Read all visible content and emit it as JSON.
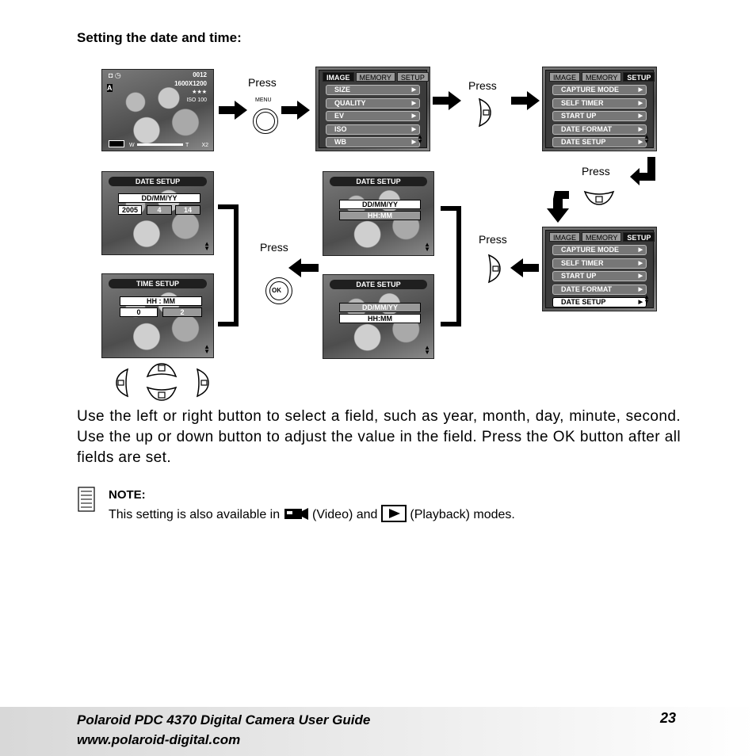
{
  "heading": "Setting the date and time:",
  "press_label": "Press",
  "menu_label": "MENU",
  "ok_label": "OK",
  "preview": {
    "counter": "0012",
    "resolution": "1600X1200",
    "quality": "★★★",
    "iso": "ISO 100",
    "zoom_w": "W",
    "zoom_t": "T",
    "zoom_x": "X2"
  },
  "image_menu": {
    "tabs": [
      "IMAGE",
      "MEMORY",
      "SETUP"
    ],
    "items": [
      "SIZE",
      "QUALITY",
      "EV",
      "ISO",
      "WB"
    ]
  },
  "setup_menu": {
    "tabs": [
      "IMAGE",
      "MEMORY",
      "SETUP"
    ],
    "items": [
      "CAPTURE MODE",
      "SELF TIMER",
      "START UP",
      "DATE FORMAT",
      "DATE SETUP"
    ]
  },
  "date_setup": {
    "title": "DATE SETUP",
    "format": "DD/MM/YY",
    "year": "2005",
    "month": "4",
    "day": "14",
    "time_format": "HH:MM"
  },
  "time_setup": {
    "title": "TIME SETUP",
    "format": "HH : MM",
    "hour": "0",
    "minute": "2"
  },
  "body_text": "Use the left or right button to select a field, such as year, month, day, minute, second. Use the up or down button to adjust the value in the field. Press the OK button after all fields are set.",
  "note": {
    "title": "NOTE:",
    "text_before": "This setting is also available in",
    "video": "(Video) and",
    "playback": "(Playback) modes."
  },
  "footer": {
    "title": "Polaroid PDC 4370 Digital Camera User Guide",
    "url": "www.polaroid-digital.com",
    "page": "23"
  }
}
